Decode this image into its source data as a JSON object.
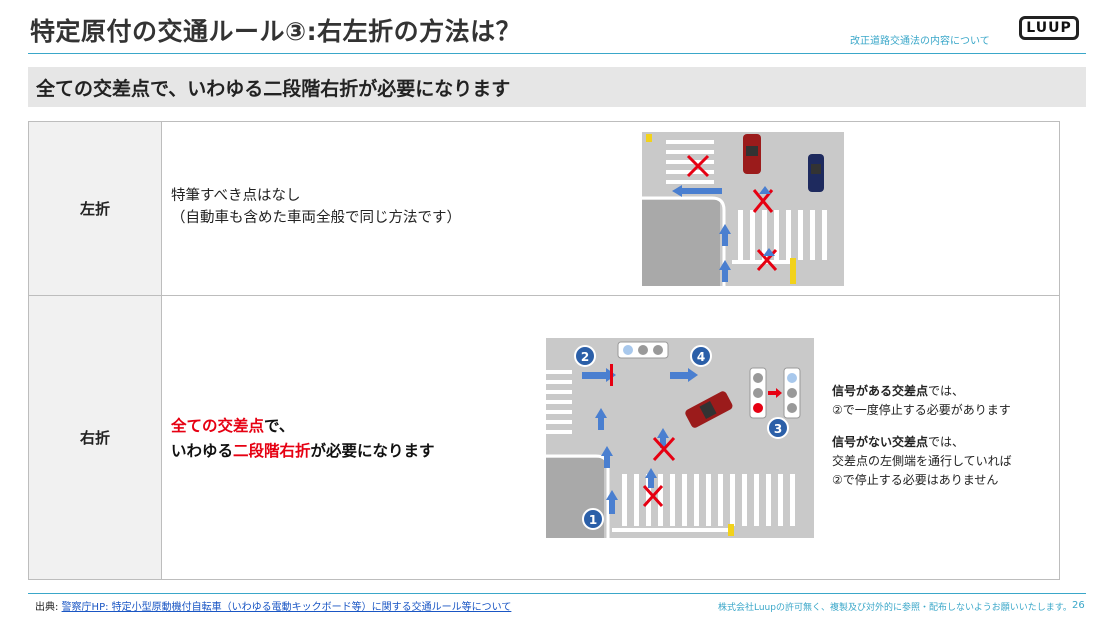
{
  "header": {
    "title": "特定原付の交通ルール③:右左折の方法は？",
    "small_label": "改正道路交通法の内容について",
    "logo_text": "LUUP"
  },
  "banner": {
    "text": "全ての交差点で、いわゆる二段階右折が必要になります"
  },
  "rows": [
    {
      "head": "左折",
      "line1": "特筆すべき点はなし",
      "line2": "（自動車も含めた車両全般で同じ方法です）"
    },
    {
      "head": "右折",
      "line1_red": "全ての交差点",
      "line1_rest": "で、",
      "line2_pre": "いわゆる",
      "line2_red": "二段階右折",
      "line2_post": "が必要になります",
      "markers": [
        "1",
        "2",
        "3",
        "4"
      ],
      "side": {
        "p1_bold": "信号がある交差点",
        "p1_rest": "では、",
        "p1_line2": "②で一度停止する必要があります",
        "p2_bold": "信号がない交差点",
        "p2_rest": "では、",
        "p2_line2": "交差点の左側端を通行していれば",
        "p2_line3": "②で停止する必要はありません"
      }
    }
  ],
  "footer": {
    "source_label": "出典: ",
    "source_link": "警察庁HP: 特定小型原動機付自転車（いわゆる電動キックボード等）に関する交通ルール等について",
    "copyright": "株式会社Luupの許可無く、複製及び対外的に参照・配布しないようお願いいたします。",
    "page_number": "26"
  },
  "colors": {
    "accent": "#3aa7c9",
    "emphasis_red": "#e60012",
    "arrow_blue": "#4a7fd0",
    "marker_blue": "#2b5fa8"
  }
}
